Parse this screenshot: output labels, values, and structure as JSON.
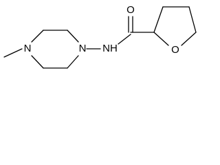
{
  "molecule": {
    "atoms": {
      "amine_n": "NH",
      "carbonyl_o": "O",
      "ring_o": "O",
      "piperazine_n_methyl": "N",
      "piperazine_n_amide": "N"
    },
    "colors": {
      "bond": "#000000",
      "label": "#000000",
      "background": "#ffffff"
    }
  }
}
